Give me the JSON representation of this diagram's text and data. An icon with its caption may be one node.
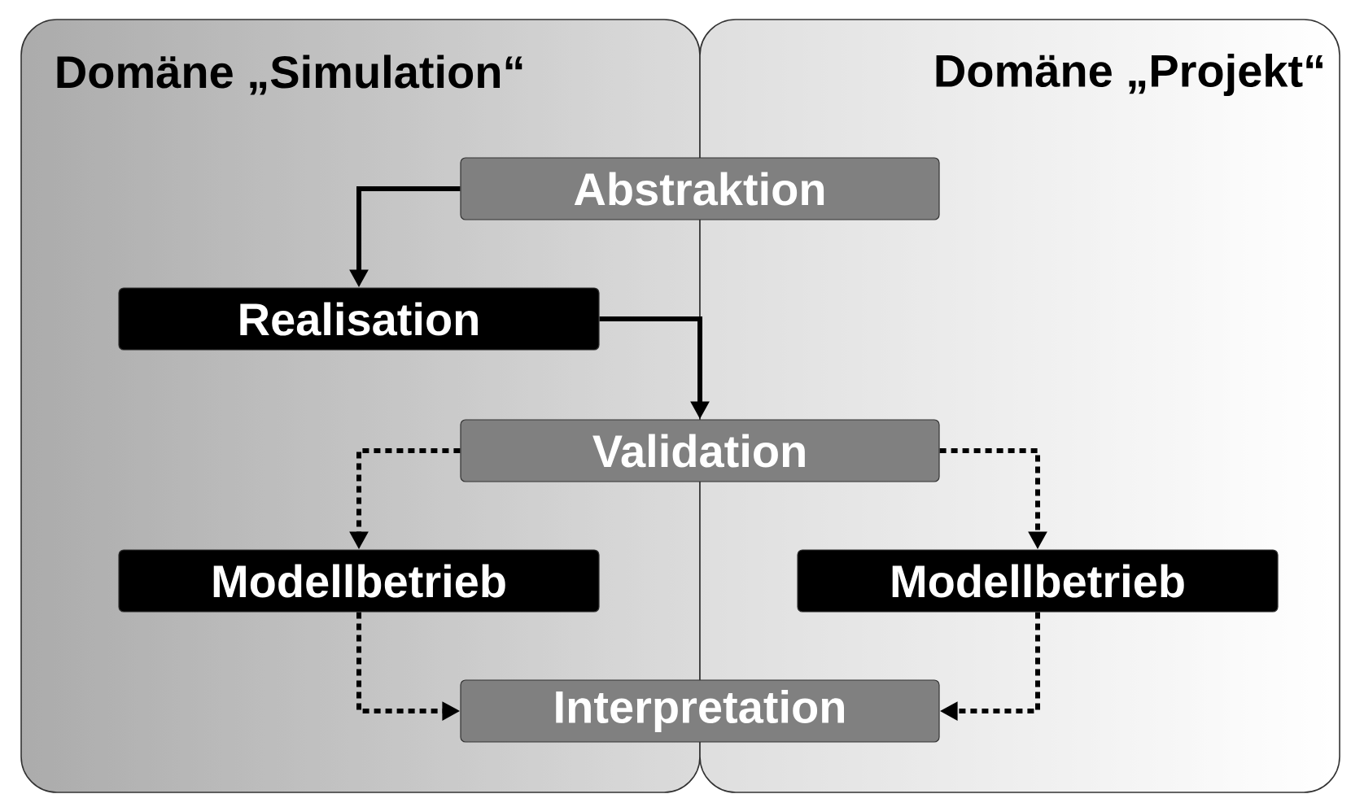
{
  "diagram": {
    "nodes": [
      {
        "text": [
          "Domäne „Simulation“"
        ]
      },
      {
        "text": [
          "Domäne „Projekt“"
        ]
      },
      {
        "text": [
          "Abstraktion"
        ]
      },
      {
        "text": [
          "Realisation"
        ],
        "in": 0
      },
      {
        "text": [
          "Validation"
        ]
      },
      {
        "text": [
          "Modellbetrieb"
        ],
        "in": 0
      },
      {
        "text": [
          "Modellbetrieb"
        ],
        "in": 1
      },
      {
        "text": [
          "Interpretation"
        ]
      }
    ],
    "edges": [
      {
        "from": 2,
        "to": 3,
        "arrow": "to"
      },
      {
        "from": 3,
        "to": 4,
        "arrow": "to"
      },
      {
        "from": 4,
        "to": 5,
        "arrow": "to",
        "style": "dashed"
      },
      {
        "from": 4,
        "to": 6,
        "arrow": "to",
        "style": "dashed"
      },
      {
        "from": 5,
        "to": 7,
        "arrow": "to",
        "style": "dashed"
      },
      {
        "from": 6,
        "to": 7,
        "arrow": "to",
        "style": "dashed"
      }
    ]
  }
}
